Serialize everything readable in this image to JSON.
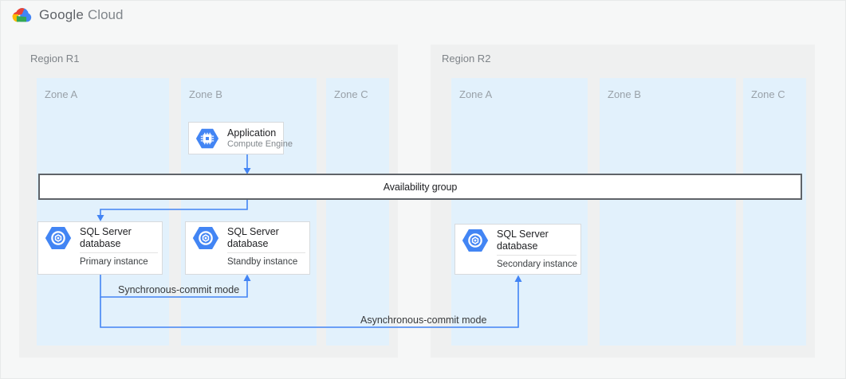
{
  "header": {
    "brand": "Google",
    "product": "Cloud"
  },
  "regions": [
    {
      "label": "Region R1",
      "zones": [
        {
          "label": "Zone A"
        },
        {
          "label": "Zone B"
        },
        {
          "label": "Zone C"
        }
      ]
    },
    {
      "label": "Region R2",
      "zones": [
        {
          "label": "Zone A"
        },
        {
          "label": "Zone B"
        },
        {
          "label": "Zone C"
        }
      ]
    }
  ],
  "availability_group": {
    "label": "Availability group"
  },
  "cards": {
    "application": {
      "title": "Application",
      "subtitle": "Compute Engine"
    },
    "primary": {
      "title": "SQL Server database",
      "instance": "Primary instance"
    },
    "standby": {
      "title": "SQL Server database",
      "instance": "Standby instance"
    },
    "secondary": {
      "title": "SQL Server database",
      "instance": "Secondary instance"
    }
  },
  "connections": {
    "sync_label": "Synchronous-commit mode",
    "async_label": "Asynchronous-commit mode"
  },
  "colors": {
    "hexagon_blue": "#4285F4",
    "connector_blue": "#4284F4",
    "zone_fill": "#E2F1FC",
    "region_fill": "#EFF0F0",
    "bar_border": "#5F6368",
    "google_red": "#EA4335",
    "google_yellow": "#FBBC04",
    "google_green": "#34A853"
  }
}
